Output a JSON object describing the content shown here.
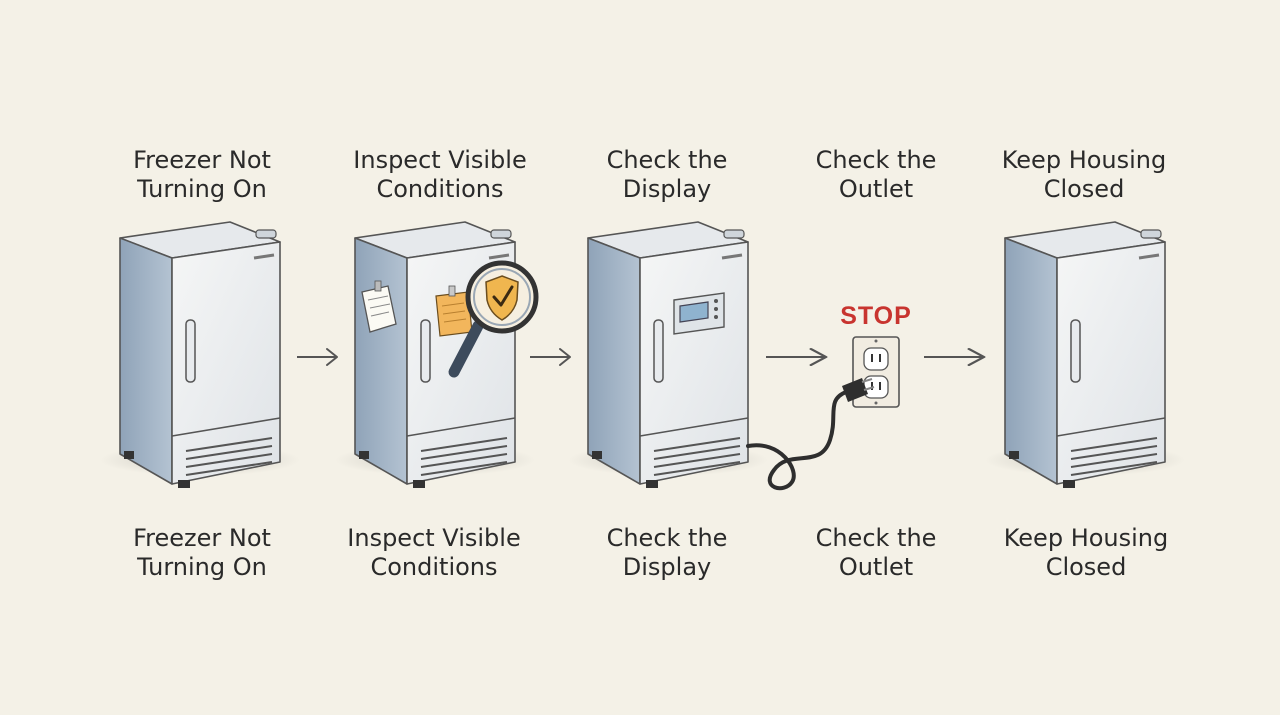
{
  "steps": [
    {
      "title": "Freezer Not\nTurning On",
      "caption": "Freezer Not\nTurning On"
    },
    {
      "title": "Inspect Visible\nConditions",
      "caption": "Inspect Visible\nConditions"
    },
    {
      "title": "Check the\nDisplay",
      "caption": "Check the\nDisplay"
    },
    {
      "title": "Check the\nOutlet",
      "caption": "Check the\nOutlet"
    },
    {
      "title": "Keep Housing\nClosed",
      "caption": "Keep Housing\nClosed"
    }
  ],
  "outlet_warning": "STOP",
  "colors": {
    "background": "#f4f1e7",
    "freezer_side": "#9fb2c6",
    "freezer_front": "#eef0f1",
    "stop": "#c8342f",
    "note_orange": "#f2b65c"
  },
  "icons": [
    "sticky-note-icon",
    "magnifier-shield-check-icon",
    "control-panel-icon",
    "wall-outlet-icon",
    "power-plug-icon",
    "arrow-right-icon"
  ]
}
